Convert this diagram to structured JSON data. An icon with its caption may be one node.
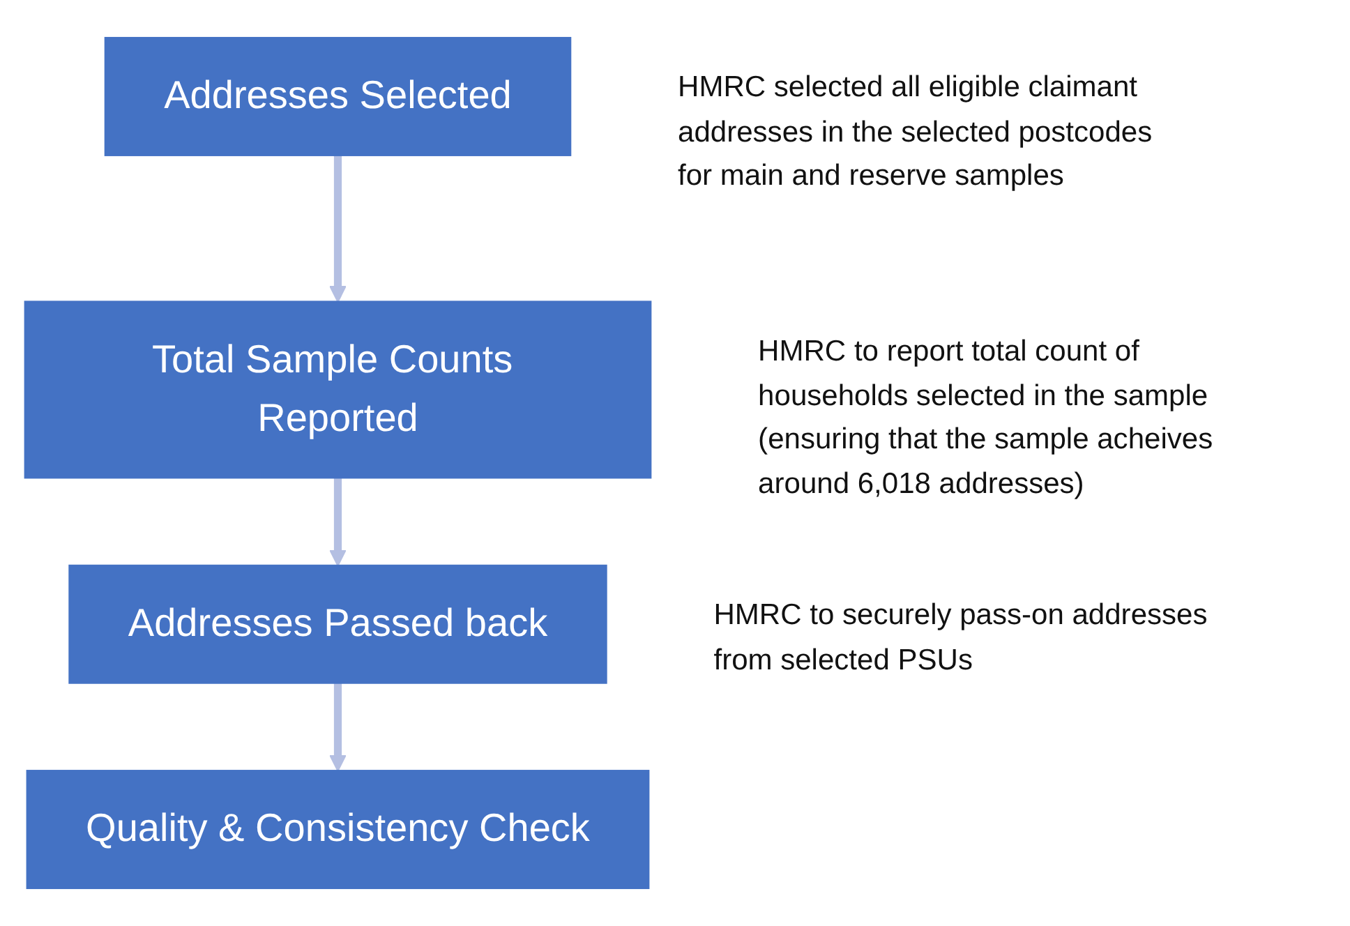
{
  "diagram": {
    "nodes": [
      {
        "text": [
          "Addresses Selected"
        ],
        "beside": [
          "HMRC selected all eligible claimant addresses in the selected postcodes for main and reserve samples"
        ]
      },
      {
        "text": [
          "Total Sample Counts Reported"
        ],
        "beside": [
          "HMRC to report total count of households selected in the sample (ensuring that the sample acheives around 6,018 addresses)"
        ]
      },
      {
        "text": [
          "Addresses Passed back"
        ],
        "beside": [
          "HMRC to securely pass-on addresses from selected PSUs"
        ]
      },
      {
        "text": [
          "Quality & Consistency Check"
        ]
      }
    ],
    "edges": [
      {
        "from": 0,
        "to": 1,
        "arrow": "to"
      },
      {
        "from": 1,
        "to": 2,
        "arrow": "to"
      },
      {
        "from": 2,
        "to": 3,
        "arrow": "to"
      }
    ]
  }
}
